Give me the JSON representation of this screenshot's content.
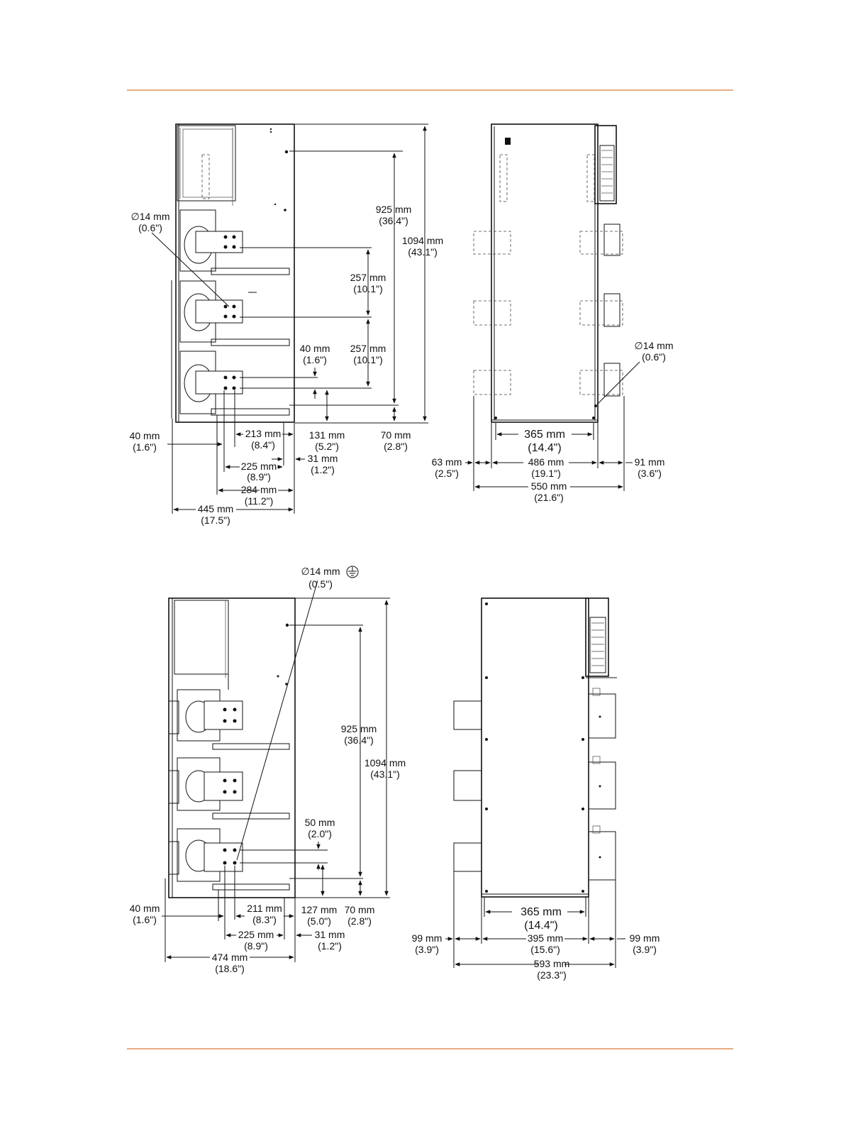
{
  "colors": {
    "rule": "#e0915a",
    "line": "#111111"
  },
  "diagram1": {
    "hole": {
      "dia": "∅14 mm",
      "in": "(0.6\")"
    },
    "h925": {
      "mm": "925 mm",
      "in": "(36.4\")"
    },
    "h1094": {
      "mm": "1094 mm",
      "in": "(43.1\")"
    },
    "p257a": {
      "mm": "257 mm",
      "in": "(10.1\")"
    },
    "p257b": {
      "mm": "257 mm",
      "in": "(10.1\")"
    },
    "v40": {
      "mm": "40 mm",
      "in": "(1.6\")"
    },
    "h131": {
      "mm": "131 mm",
      "in": "(5.2\")"
    },
    "h70": {
      "mm": "70 mm",
      "in": "(2.8\")"
    },
    "l40": {
      "mm": "40 mm",
      "in": "(1.6\")"
    },
    "w213": {
      "mm": "213 mm",
      "in": "(8.4\")"
    },
    "w31": {
      "mm": "31 mm",
      "in": "(1.2\")"
    },
    "w225": {
      "mm": "225 mm",
      "in": "(8.9\")"
    },
    "w284": {
      "mm": "284 mm",
      "in": "(11.2\")"
    },
    "w445": {
      "mm": "445 mm",
      "in": "(17.5\")"
    }
  },
  "diagram2": {
    "hole": {
      "dia": "∅14 mm",
      "in": "(0.6\")"
    },
    "w365": {
      "mm": "365 mm",
      "in": "(14.4\")"
    },
    "w63": {
      "mm": "63 mm",
      "in": "(2.5\")"
    },
    "w486": {
      "mm": "486 mm",
      "in": "(19.1\")"
    },
    "w91": {
      "mm": "91 mm",
      "in": "(3.6\")"
    },
    "w550": {
      "mm": "550 mm",
      "in": "(21.6\")"
    }
  },
  "diagram3": {
    "hole": {
      "dia": "∅14 mm",
      "in": "(0.5\")"
    },
    "h925": {
      "mm": "925 mm",
      "in": "(36.4\")"
    },
    "h1094": {
      "mm": "1094 mm",
      "in": "(43.1\")"
    },
    "v50": {
      "mm": "50 mm",
      "in": "(2.0\")"
    },
    "l40": {
      "mm": "40 mm",
      "in": "(1.6\")"
    },
    "w211": {
      "mm": "211 mm",
      "in": "(8.3\")"
    },
    "h127": {
      "mm": "127 mm",
      "in": "(5.0\")"
    },
    "h70": {
      "mm": "70 mm",
      "in": "(2.8\")"
    },
    "w225": {
      "mm": "225 mm",
      "in": "(8.9\")"
    },
    "w31": {
      "mm": "31 mm",
      "in": "(1.2\")"
    },
    "w474": {
      "mm": "474 mm",
      "in": "(18.6\")"
    }
  },
  "diagram4": {
    "w365": {
      "mm": "365 mm",
      "in": "(14.4\")"
    },
    "w99a": {
      "mm": "99 mm",
      "in": "(3.9\")"
    },
    "w395": {
      "mm": "395 mm",
      "in": "(15.6\")"
    },
    "w99b": {
      "mm": "99 mm",
      "in": "(3.9\")"
    },
    "w593": {
      "mm": "593 mm",
      "in": "(23.3\")"
    }
  }
}
